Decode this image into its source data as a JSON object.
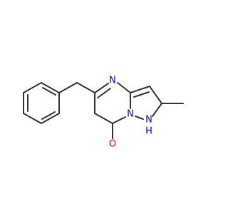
{
  "molecule": {
    "colors": {
      "carbon": "#333333",
      "nitrogen": "#0000ff",
      "oxygen": "#ff0000",
      "background": "#ffffff"
    },
    "labels": {
      "n_top": "N",
      "n_bridge": "N",
      "nh": "N",
      "h": "H",
      "o": "O"
    }
  }
}
